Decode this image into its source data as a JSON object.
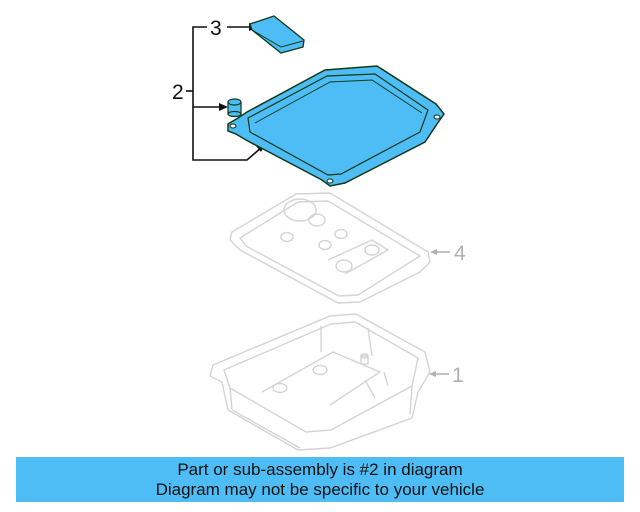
{
  "diagram": {
    "callouts": [
      {
        "number": "3",
        "part": "filter-seal",
        "highlighted": true
      },
      {
        "number": "2",
        "part": "filter-kit-bracket",
        "highlighted": true
      },
      {
        "number": "4",
        "part": "transmission-filter",
        "highlighted": false
      },
      {
        "number": "1",
        "part": "transmission-pan",
        "highlighted": false
      }
    ],
    "colors": {
      "highlight_fill": "#4fbdf5",
      "highlight_stroke": "#0f3a1a",
      "faded_stroke": "#d4d4d4",
      "callout_dark": "#111111",
      "callout_faded": "#b0b0b0"
    }
  },
  "banner": {
    "line1": "Part or sub-assembly is #2 in diagram",
    "line2": "Diagram may not be specific to your vehicle",
    "background": "#4fbdf5"
  }
}
